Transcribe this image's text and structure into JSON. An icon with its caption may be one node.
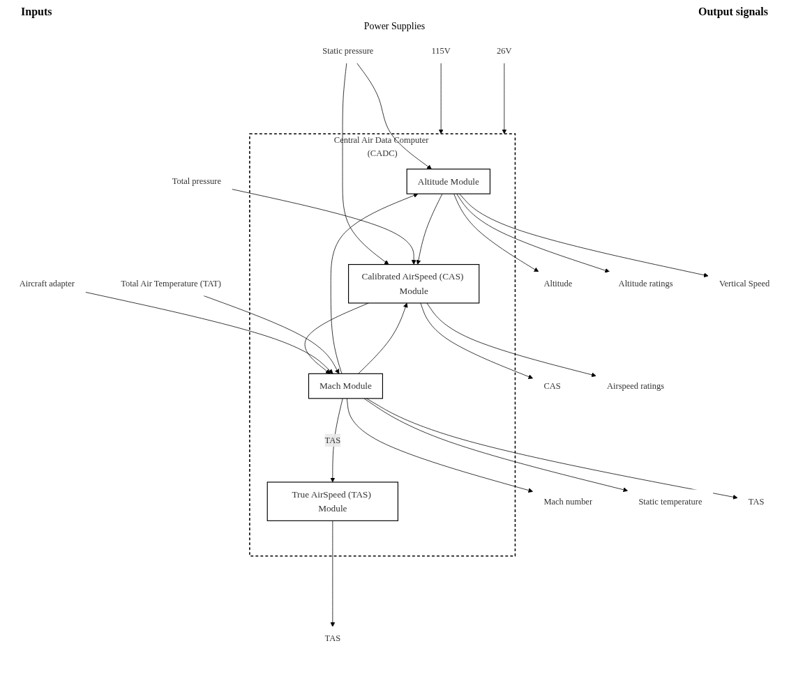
{
  "diagram": {
    "nodes": [
      {
        "text": [
          "Central Air Data Computer (CADC)"
        ]
      },
      {
        "text": [
          "Altitude Module"
        ],
        "in": 0
      },
      {
        "text": [
          "Calibrated AirSpeed (CAS) Module"
        ],
        "in": 0
      },
      {
        "text": [
          "Mach Module"
        ],
        "in": 0
      },
      {
        "text": [
          "True AirSpeed (TAS) Module"
        ],
        "in": 0
      },
      {
        "text": [
          "115V"
        ]
      },
      {
        "text": [
          "26V"
        ]
      },
      {
        "text": [
          "Static pressure"
        ]
      },
      {
        "text": [
          "Total pressure"
        ]
      },
      {
        "text": [
          "Aircraft adapter"
        ]
      },
      {
        "text": [
          "Total Air Temperature (TAT)"
        ]
      },
      {
        "text": [
          "Altitude"
        ]
      },
      {
        "text": [
          "Altitude ratings"
        ]
      },
      {
        "text": [
          "Vertical Speed"
        ]
      },
      {
        "text": [
          "CAS"
        ]
      },
      {
        "text": [
          "Airspeed ratings"
        ]
      },
      {
        "text": [
          "Mach number"
        ]
      },
      {
        "text": [
          "Static temperature"
        ]
      },
      {
        "text": [
          "TAS"
        ]
      },
      {
        "text": [
          "TAS"
        ]
      }
    ],
    "edges": [
      {
        "from": 5,
        "to": 0,
        "arrow": "to"
      },
      {
        "from": 6,
        "to": 0,
        "arrow": "to"
      },
      {
        "from": 7,
        "to": 1,
        "arrow": "to"
      },
      {
        "from": 7,
        "to": 2,
        "arrow": "to"
      },
      {
        "from": 3,
        "to": 1,
        "arrow": "to"
      },
      {
        "from": 3,
        "to": 2,
        "arrow": "to"
      },
      {
        "from": 8,
        "to": 2,
        "arrow": "to"
      },
      {
        "from": 1,
        "to": 2,
        "arrow": "to"
      },
      {
        "from": 2,
        "to": 3,
        "arrow": "to"
      },
      {
        "from": 9,
        "to": 3,
        "arrow": "to"
      },
      {
        "from": 10,
        "to": 3,
        "arrow": "to"
      },
      {
        "from": 3,
        "to": 4,
        "arrow": "to",
        "label": "TAS"
      },
      {
        "from": 1,
        "to": 11,
        "arrow": "to"
      },
      {
        "from": 1,
        "to": 12,
        "arrow": "to"
      },
      {
        "from": 1,
        "to": 13,
        "arrow": "to"
      },
      {
        "from": 2,
        "to": 14,
        "arrow": "to"
      },
      {
        "from": 2,
        "to": 15,
        "arrow": "to"
      },
      {
        "from": 3,
        "to": 16,
        "arrow": "to"
      },
      {
        "from": 3,
        "to": 17,
        "arrow": "to"
      },
      {
        "from": 3,
        "to": 18,
        "arrow": "to"
      },
      {
        "from": 4,
        "to": 19,
        "arrow": "to"
      }
    ],
    "labels": [
      "Inputs",
      "Output signals",
      "Power Supplies"
    ]
  }
}
